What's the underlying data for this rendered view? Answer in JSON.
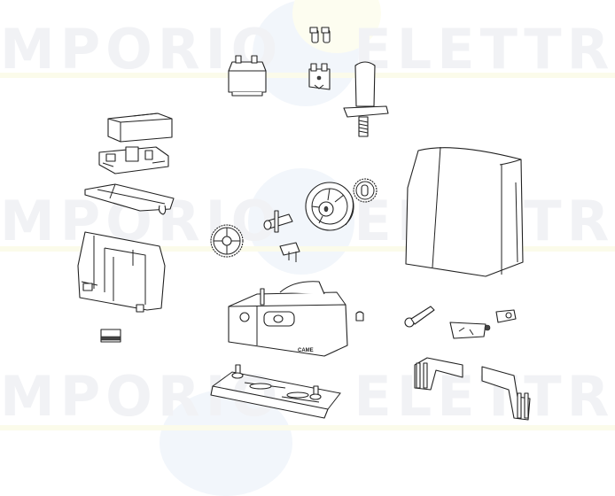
{
  "watermark": {
    "text_left": "MPORIO",
    "text_right": "ELETTRIC",
    "text_full": "EMPORIO ELETTRICO",
    "color": "#f1f2f5",
    "band_color": "#fbfbea"
  },
  "diagram": {
    "type": "exploded-parts-view",
    "subject": "sliding gate operator",
    "brand_label": "CAME",
    "parts": [
      {
        "id": "transformer",
        "label": "transformer"
      },
      {
        "id": "terminal-connectors",
        "label": "terminal connectors"
      },
      {
        "id": "capacitor-bracket",
        "label": "connector bracket"
      },
      {
        "id": "motor",
        "label": "electric motor with worm shaft"
      },
      {
        "id": "control-board-cover",
        "label": "control board cover"
      },
      {
        "id": "control-board",
        "label": "control board"
      },
      {
        "id": "board-support-plate",
        "label": "board support plate"
      },
      {
        "id": "board-frame",
        "label": "board mounting frame"
      },
      {
        "id": "small-module",
        "label": "plug-in module"
      },
      {
        "id": "worm-gear",
        "label": "worm gear wheel"
      },
      {
        "id": "shaft",
        "label": "transmission shaft"
      },
      {
        "id": "gear-housing",
        "label": "gear housing cover"
      },
      {
        "id": "pinion",
        "label": "output pinion"
      },
      {
        "id": "limit-switch-bracket",
        "label": "limit switch bracket"
      },
      {
        "id": "gearbox",
        "label": "gearbox body"
      },
      {
        "id": "knob",
        "label": "release knob"
      },
      {
        "id": "cover-housing",
        "label": "outer cover"
      },
      {
        "id": "release-key",
        "label": "release key"
      },
      {
        "id": "release-lever",
        "label": "release lever assembly"
      },
      {
        "id": "base-plate",
        "label": "base plate with studs"
      },
      {
        "id": "limit-cam-left",
        "label": "limit cam left"
      },
      {
        "id": "limit-cam-right",
        "label": "limit cam right"
      }
    ]
  }
}
